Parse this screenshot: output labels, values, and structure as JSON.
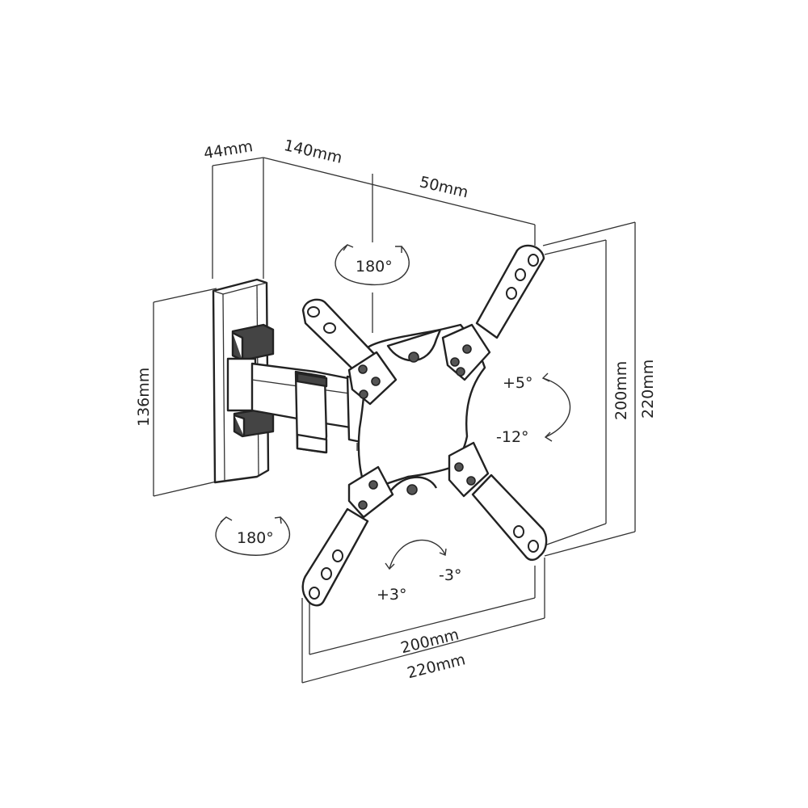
{
  "dimensions": {
    "wall_depth": "44mm",
    "arm_length": "140mm",
    "head_depth": "50mm",
    "plate_height": "136mm",
    "vesa_h_inner": "200mm",
    "vesa_h_outer": "220mm",
    "vesa_v_inner": "200mm",
    "vesa_v_outer": "220mm"
  },
  "rotations": {
    "swivel_top": "180°",
    "swivel_bottom": "180°",
    "tilt_up": "+5°",
    "tilt_down": "-12°",
    "rotate_pos": "+3°",
    "rotate_neg": "-3°"
  }
}
